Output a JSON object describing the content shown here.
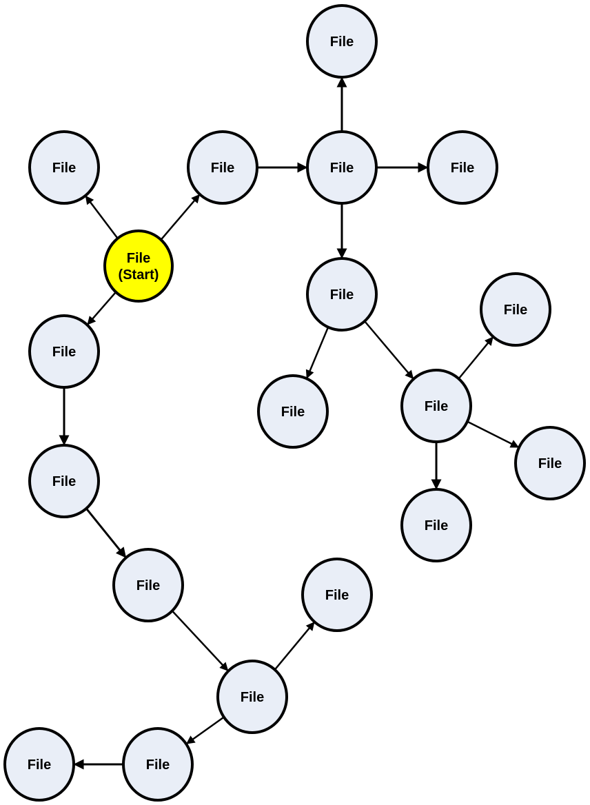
{
  "colors": {
    "node_fill": "#e9eef7",
    "start_fill": "#ffff00",
    "stroke": "#000000",
    "background": "#ffffff"
  },
  "nodes": [
    {
      "id": "start",
      "lines": [
        "File",
        "(Start)"
      ],
      "start": true
    },
    {
      "id": "n_top_left",
      "lines": [
        "File"
      ]
    },
    {
      "id": "n_mid_1",
      "lines": [
        "File"
      ]
    },
    {
      "id": "n_hub",
      "lines": [
        "File"
      ]
    },
    {
      "id": "n_top",
      "lines": [
        "File"
      ]
    },
    {
      "id": "n_hub_right",
      "lines": [
        "File"
      ]
    },
    {
      "id": "n_center",
      "lines": [
        "File"
      ]
    },
    {
      "id": "n_center_leaf",
      "lines": [
        "File"
      ]
    },
    {
      "id": "n_right_hub",
      "lines": [
        "File"
      ]
    },
    {
      "id": "n_right_top",
      "lines": [
        "File"
      ]
    },
    {
      "id": "n_right_right",
      "lines": [
        "File"
      ]
    },
    {
      "id": "n_right_bottom",
      "lines": [
        "File"
      ]
    },
    {
      "id": "n_left_1",
      "lines": [
        "File"
      ]
    },
    {
      "id": "n_left_2",
      "lines": [
        "File"
      ]
    },
    {
      "id": "n_left_3",
      "lines": [
        "File"
      ]
    },
    {
      "id": "n_low_hub",
      "lines": [
        "File"
      ]
    },
    {
      "id": "n_low_right",
      "lines": [
        "File"
      ]
    },
    {
      "id": "n_bottom_mid",
      "lines": [
        "File"
      ]
    },
    {
      "id": "n_bottom_left",
      "lines": [
        "File"
      ]
    }
  ],
  "edges": [
    {
      "from": "start",
      "to": "n_top_left"
    },
    {
      "from": "start",
      "to": "n_mid_1"
    },
    {
      "from": "start",
      "to": "n_left_1"
    },
    {
      "from": "n_mid_1",
      "to": "n_hub"
    },
    {
      "from": "n_hub",
      "to": "n_top"
    },
    {
      "from": "n_hub",
      "to": "n_hub_right"
    },
    {
      "from": "n_hub",
      "to": "n_center"
    },
    {
      "from": "n_center",
      "to": "n_center_leaf"
    },
    {
      "from": "n_center",
      "to": "n_right_hub"
    },
    {
      "from": "n_right_hub",
      "to": "n_right_top"
    },
    {
      "from": "n_right_hub",
      "to": "n_right_right"
    },
    {
      "from": "n_right_hub",
      "to": "n_right_bottom"
    },
    {
      "from": "n_left_1",
      "to": "n_left_2"
    },
    {
      "from": "n_left_2",
      "to": "n_left_3"
    },
    {
      "from": "n_left_3",
      "to": "n_low_hub"
    },
    {
      "from": "n_low_hub",
      "to": "n_low_right"
    },
    {
      "from": "n_low_hub",
      "to": "n_bottom_mid"
    },
    {
      "from": "n_bottom_mid",
      "to": "n_bottom_left"
    }
  ]
}
